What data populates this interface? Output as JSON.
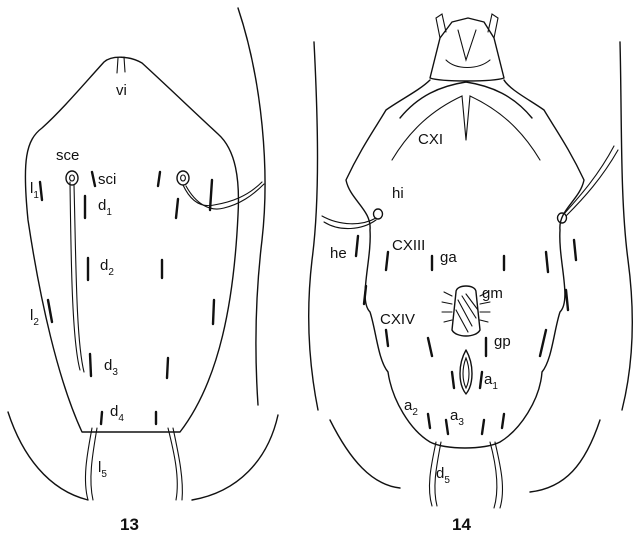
{
  "figures": [
    {
      "number": "13",
      "labels": {
        "vi": "vi",
        "sce": "sce",
        "sci": "sci",
        "l1_base": "l",
        "l1_sub": "1",
        "d1_base": "d",
        "d1_sub": "1",
        "d2_base": "d",
        "d2_sub": "2",
        "l2_base": "l",
        "l2_sub": "2",
        "d3_base": "d",
        "d3_sub": "3",
        "d4_base": "d",
        "d4_sub": "4",
        "l5_base": "l",
        "l5_sub": "5"
      }
    },
    {
      "number": "14",
      "labels": {
        "cxi": "CXI",
        "hi": "hi",
        "he": "he",
        "cxiii": "CXIII",
        "ga": "ga",
        "gm": "gm",
        "cxiv": "CXIV",
        "gp": "gp",
        "a1_base": "a",
        "a1_sub": "1",
        "a2_base": "a",
        "a2_sub": "2",
        "a3_base": "a",
        "a3_sub": "3",
        "d5_base": "d",
        "d5_sub": "5"
      }
    }
  ]
}
